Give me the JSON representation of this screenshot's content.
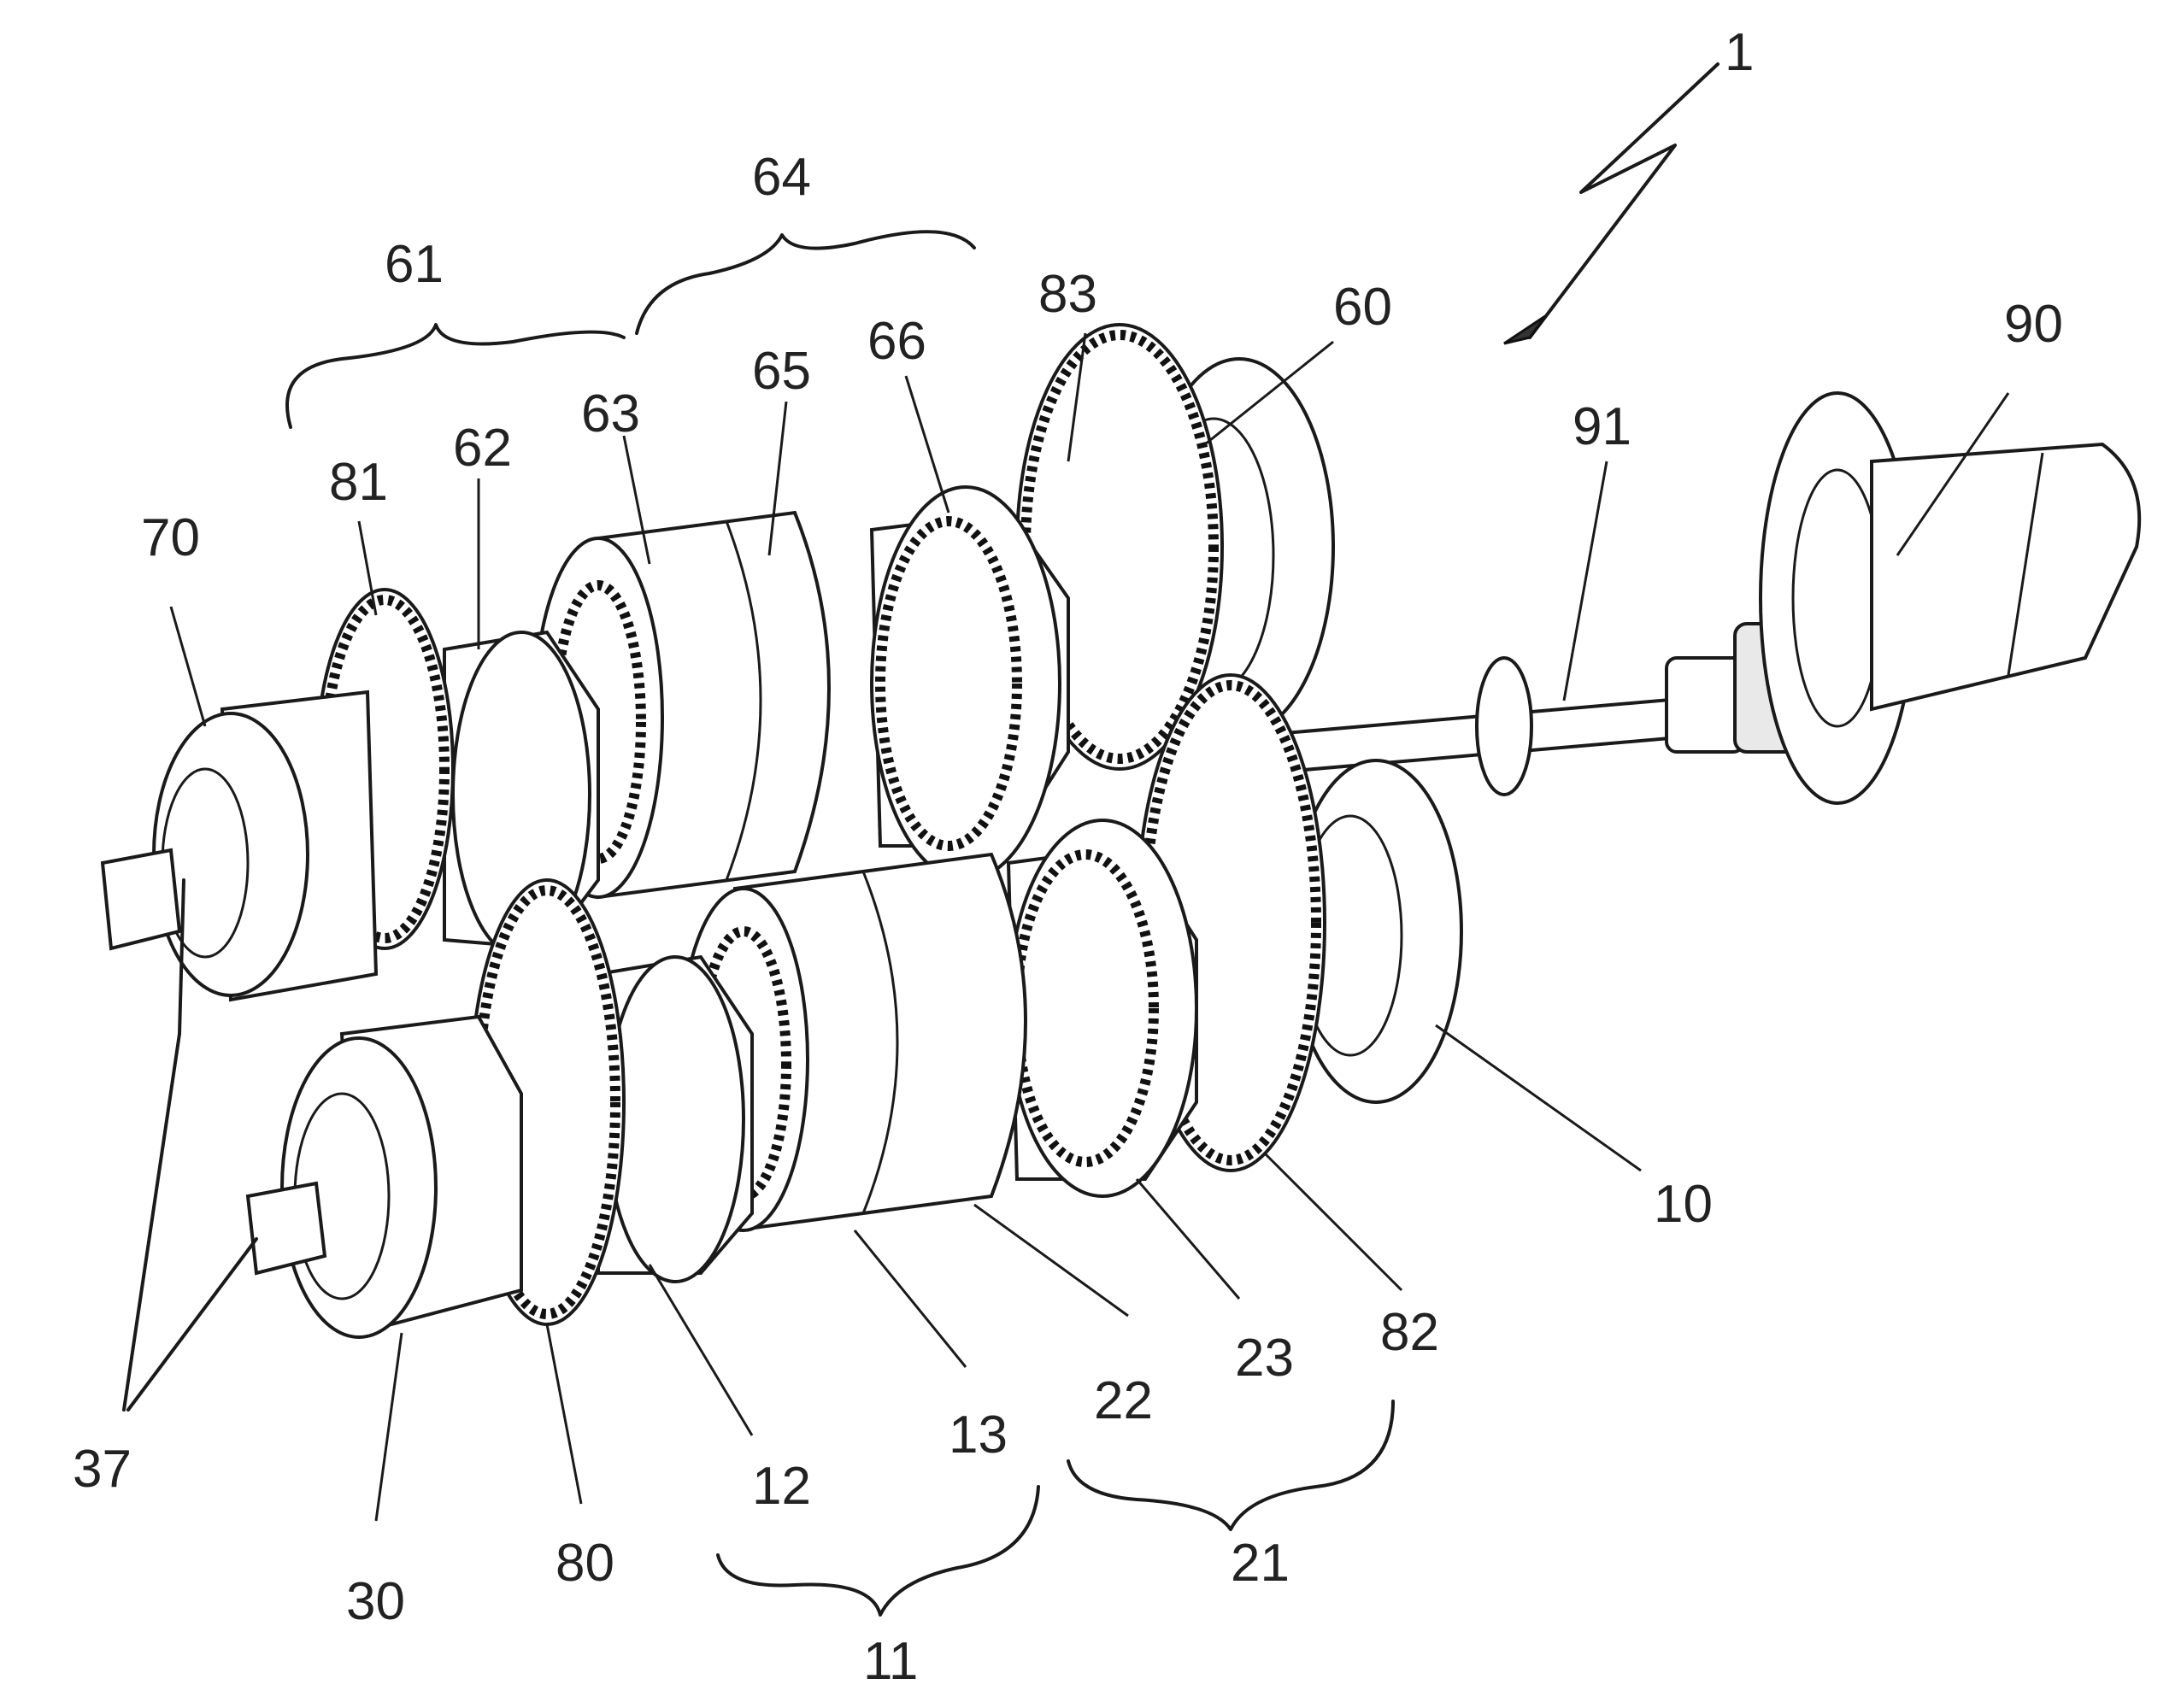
{
  "figure": {
    "labels": {
      "l1": "1",
      "l10": "10",
      "l11": "11",
      "l12": "12",
      "l13": "13",
      "l21": "21",
      "l22": "22",
      "l23": "23",
      "l30": "30",
      "l37": "37",
      "l60": "60",
      "l61": "61",
      "l62": "62",
      "l63": "63",
      "l64": "64",
      "l65": "65",
      "l66": "66",
      "l70": "70",
      "l80": "80",
      "l81": "81",
      "l82": "82",
      "l83": "83",
      "l90": "90",
      "l91": "91"
    }
  }
}
